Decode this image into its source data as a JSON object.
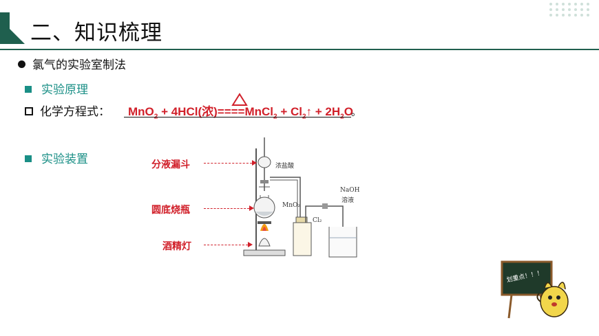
{
  "header": {
    "title": "二、知识梳理"
  },
  "bullets": {
    "main": "氯气的实验室制法",
    "principle": "实验原理",
    "equation_label": "化学方程式：",
    "apparatus": "实验装置"
  },
  "equation": {
    "part1": "MnO",
    "sub1": "2",
    "part2": " + 4HCl(浓)====MnCl",
    "sub2": "2",
    "part3": " + Cl",
    "sub3": "2",
    "part4": "↑ + 2H",
    "sub4": "2",
    "part5": "O",
    "condition_icon": "heating-triangle-icon",
    "period": "。"
  },
  "apparatus_labels": {
    "conc_hcl": "浓盐酸",
    "mno2": "MnO₂",
    "naoh1": "NaOH",
    "naoh2": "溶液",
    "cl2": "Cl₂"
  },
  "callouts": {
    "funnel": "分液漏斗",
    "flask": "圆底烧瓶",
    "lamp": "酒精灯"
  },
  "mascot": {
    "board_text": "划重点！！！"
  },
  "colors": {
    "accent_dark": "#1f5f4e",
    "teal": "#1a8f86",
    "red": "#d1202a",
    "board": "#1f3a2a",
    "mascot": "#f2d64b"
  }
}
